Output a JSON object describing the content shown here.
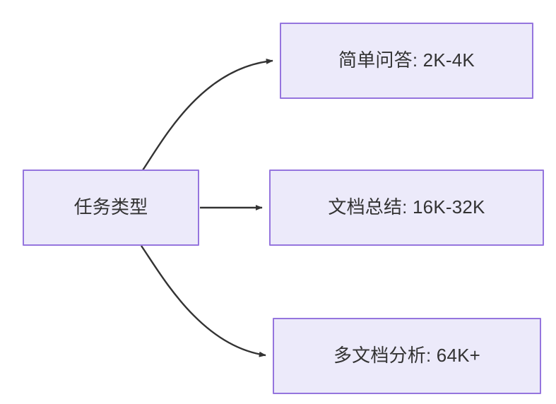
{
  "diagram": {
    "type": "flowchart",
    "direction": "left-to-right",
    "background_color": "#ffffff",
    "node_fill_color": "#ECEAFA",
    "node_border_color": "#9575DE",
    "node_text_color": "#333333",
    "edge_color": "#333333",
    "root": {
      "id": "root",
      "label": "任务类型"
    },
    "branches": [
      {
        "id": "task-1",
        "label": "简单问答: 2K-4K",
        "edge_style": "curved",
        "arrow": "filled-triangle"
      },
      {
        "id": "task-2",
        "label": "文档总结: 16K-32K",
        "edge_style": "straight",
        "arrow": "filled-triangle"
      },
      {
        "id": "task-3",
        "label": "多文档分析: 64K+",
        "edge_style": "curved",
        "arrow": "filled-triangle"
      }
    ]
  }
}
